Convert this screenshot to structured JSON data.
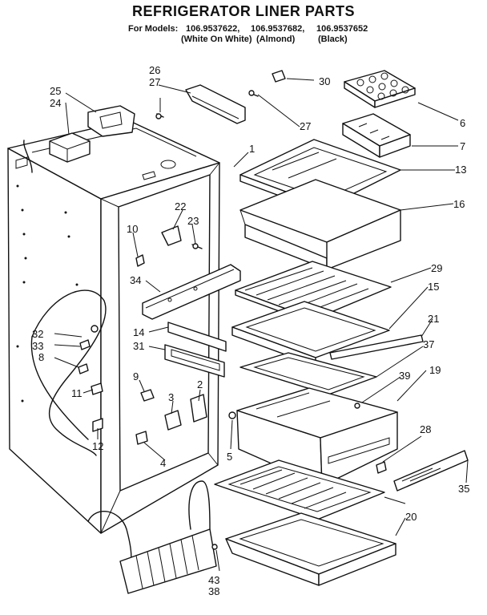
{
  "header": {
    "title": "REFRIGERATOR LINER PARTS",
    "models_prefix": "For Models:",
    "model_1": "106.9537622,",
    "model_2": "106.9537682,",
    "model_3": "106.9537652",
    "finish_1": "(White On White)",
    "finish_2": "(Almond)",
    "finish_3": "(Black)"
  },
  "callouts": [
    "1",
    "2",
    "3",
    "4",
    "5",
    "6",
    "7",
    "8",
    "9",
    "10",
    "11",
    "12",
    "13",
    "14",
    "15",
    "16",
    "19",
    "20",
    "21",
    "22",
    "23",
    "24",
    "25",
    "26",
    "27",
    "27",
    "28",
    "29",
    "30",
    "31",
    "32",
    "33",
    "34",
    "35",
    "37",
    "38",
    "39",
    "43"
  ]
}
